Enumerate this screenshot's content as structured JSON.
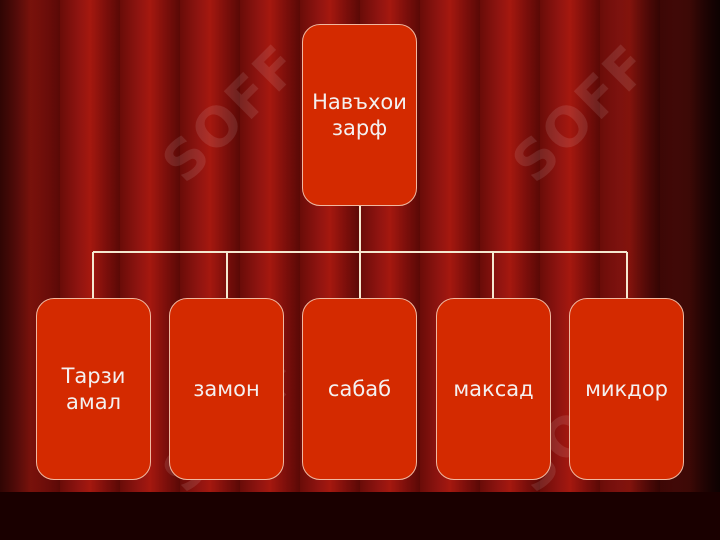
{
  "watermark": {
    "text": "SOFF"
  },
  "diagram": {
    "root": {
      "label": "Навъхои\nзарф"
    },
    "children": [
      {
        "label": "Тарзи\nамал"
      },
      {
        "label": "замон"
      },
      {
        "label": "сабаб"
      },
      {
        "label": "максад"
      },
      {
        "label": "микдор"
      }
    ],
    "colors": {
      "node_fill": "#d42a00",
      "node_border": "#f0b8a0",
      "connector": "#f5e8d0",
      "text": "#f4f0f0"
    }
  }
}
